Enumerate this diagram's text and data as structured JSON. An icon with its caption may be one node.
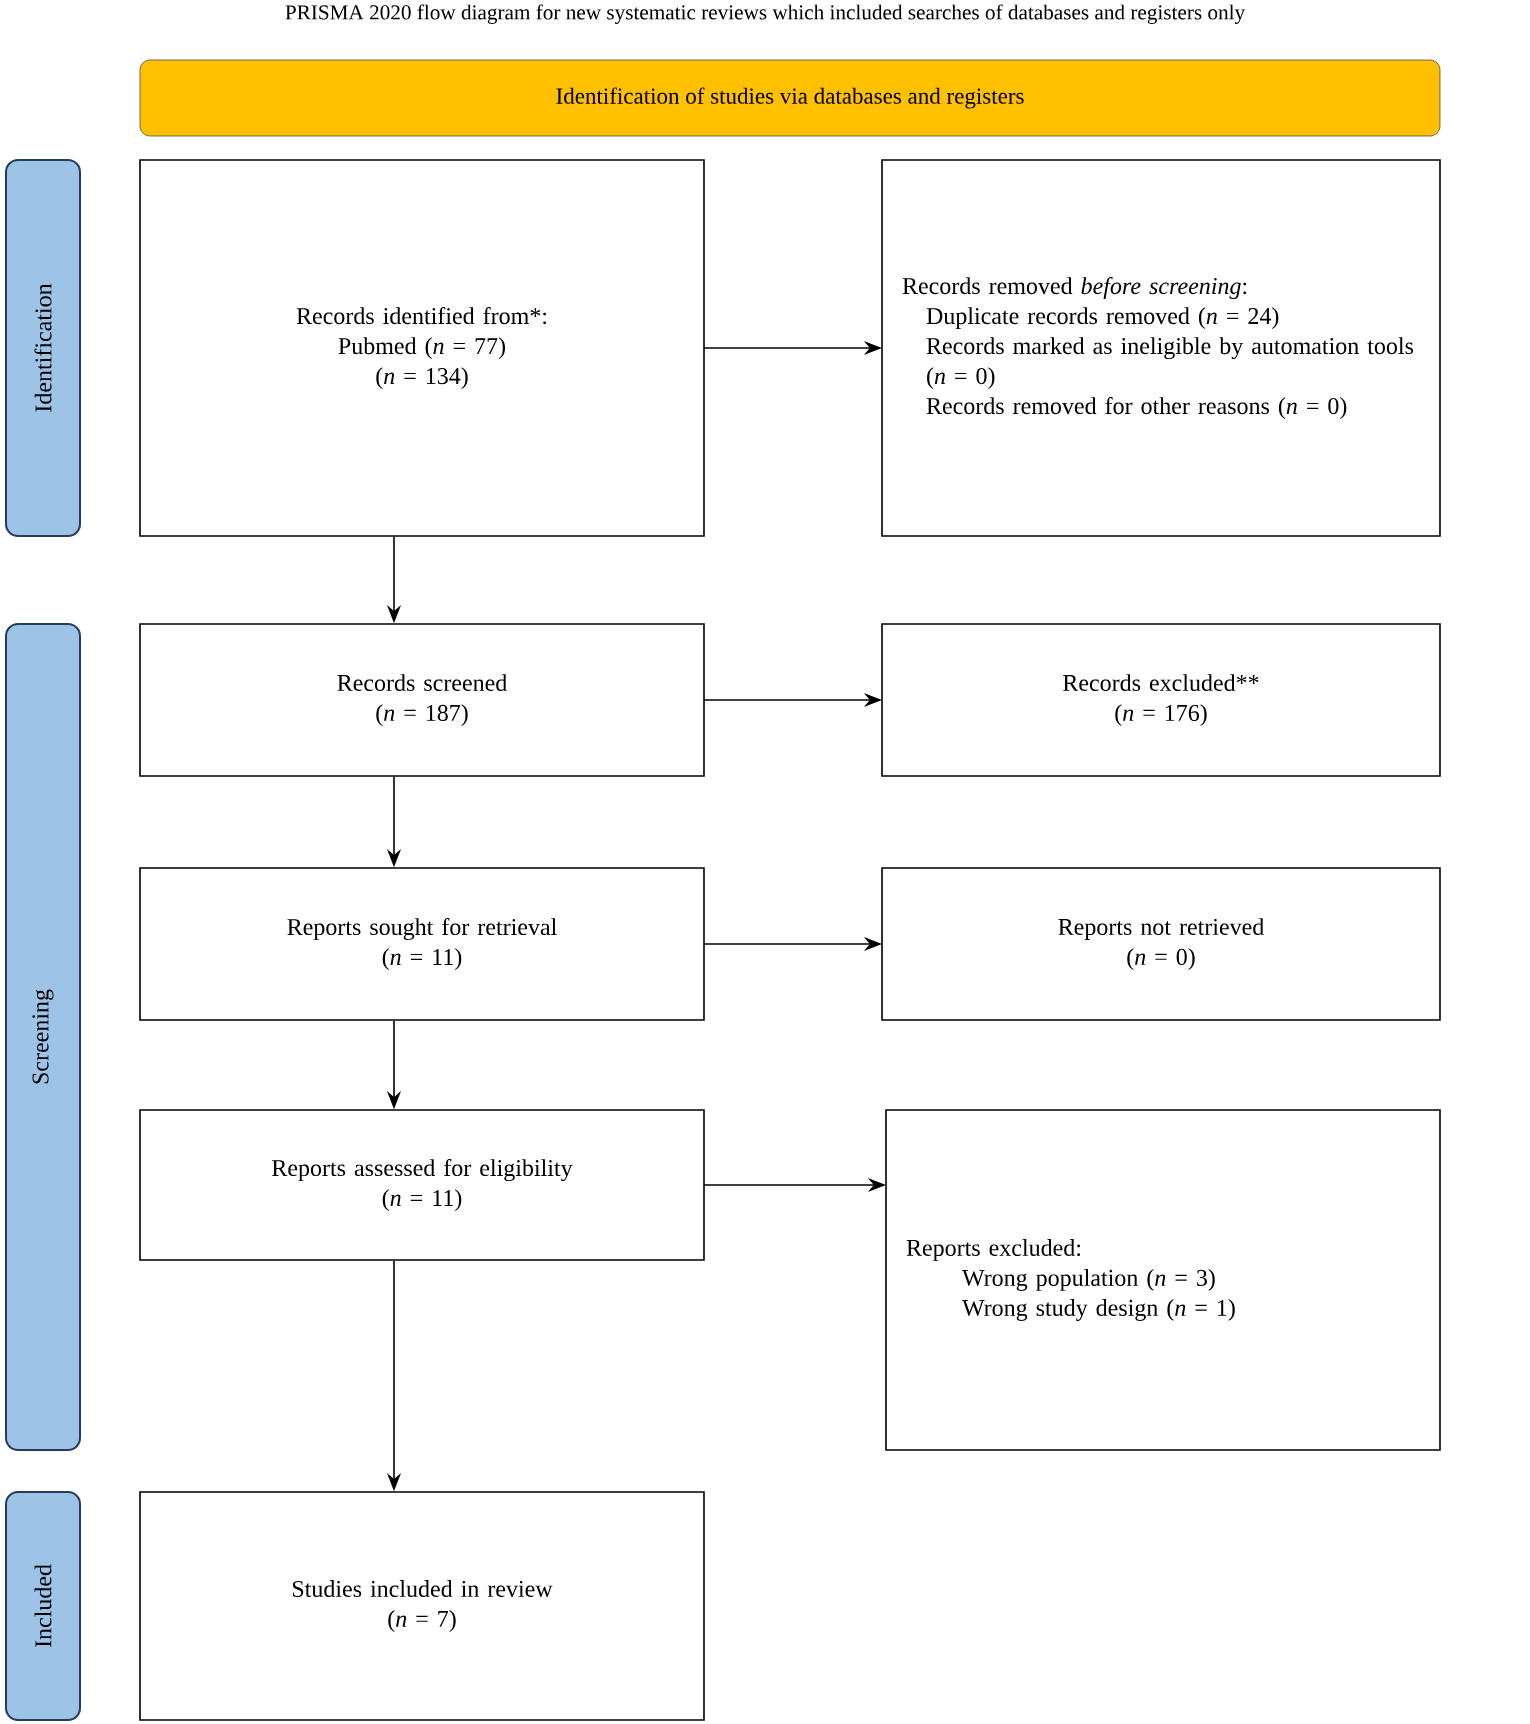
{
  "diagram": {
    "title": "PRISMA 2020 flow diagram for new systematic reviews which included searches of databases and registers only",
    "nodes": [
      {
        "text": [
          "Identification of studies via databases and registers"
        ]
      },
      {
        "text": [
          "Identification"
        ]
      },
      {
        "text": [
          "Screening"
        ]
      },
      {
        "text": [
          "Included"
        ]
      },
      {
        "text": [
          "Records identified from*:",
          "Pubmed (*n* = 77)",
          "(*n* = 134)"
        ]
      },
      {
        "text": [
          "Records removed *before screening*:",
          "Duplicate records removed (*n* = 24)",
          "Records marked as ineligible by automation tools (*n* = 0)",
          "Records removed for other reasons (*n* = 0)"
        ]
      },
      {
        "text": [
          "Records screened",
          "(*n* = 187)"
        ]
      },
      {
        "text": [
          "Records excluded**",
          "(*n* = 176)"
        ]
      },
      {
        "text": [
          "Reports sought for retrieval",
          "(*n* = 11)"
        ]
      },
      {
        "text": [
          "Reports not retrieved",
          "(*n* = 0)"
        ]
      },
      {
        "text": [
          "Reports assessed for eligibility",
          "(*n* = 11)"
        ]
      },
      {
        "text": [
          "Reports excluded:",
          "Wrong population (*n* = 3)",
          "Wrong study design (*n* = 1)"
        ]
      },
      {
        "text": [
          "Studies included in review",
          "(*n* = 7)"
        ]
      }
    ],
    "edges": [
      {
        "from": 4,
        "to": 5,
        "arrow": "to"
      },
      {
        "from": 4,
        "to": 6,
        "arrow": "to"
      },
      {
        "from": 6,
        "to": 7,
        "arrow": "to"
      },
      {
        "from": 6,
        "to": 8,
        "arrow": "to"
      },
      {
        "from": 8,
        "to": 9,
        "arrow": "to"
      },
      {
        "from": 8,
        "to": 10,
        "arrow": "to"
      },
      {
        "from": 10,
        "to": 11,
        "arrow": "to"
      },
      {
        "from": 10,
        "to": 12,
        "arrow": "to"
      }
    ]
  }
}
